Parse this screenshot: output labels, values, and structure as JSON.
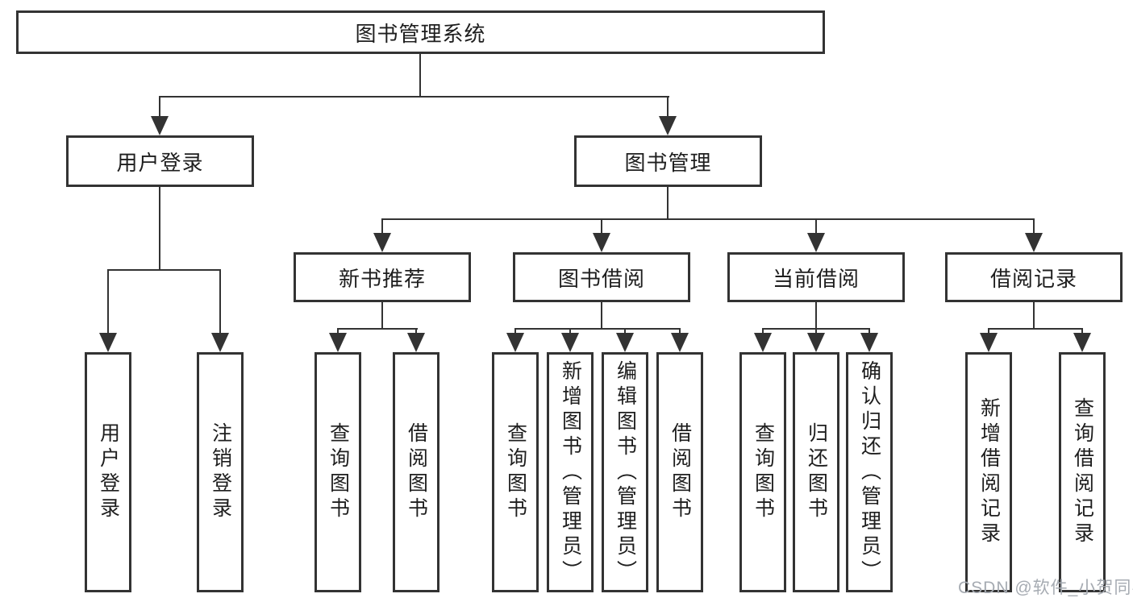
{
  "diagram": {
    "title": "图书管理系统",
    "level2": {
      "user_login": "用户登录",
      "book_mgmt": "图书管理"
    },
    "level3": {
      "new_books": "新书推荐",
      "borrowing": "图书借阅",
      "current": "当前借阅",
      "records": "借阅记录"
    },
    "leaves": {
      "user_login": [
        "用户登录",
        "注销登录"
      ],
      "new_books": [
        "查询图书",
        "借阅图书"
      ],
      "borrowing": [
        "查询图书",
        "新增图书（管理员）",
        "编辑图书（管理员）",
        "借阅图书"
      ],
      "current": [
        "查询图书",
        "归还图书",
        "确认归还（管理员）"
      ],
      "records": [
        "新增借阅记录",
        "查询借阅记录"
      ]
    }
  },
  "watermark": {
    "text": "CSDN @软件_小贺同学"
  },
  "colors": {
    "line": "#333333",
    "text": "#1e1e1e",
    "background": "#ffffff",
    "watermark": "#a6abb2"
  }
}
